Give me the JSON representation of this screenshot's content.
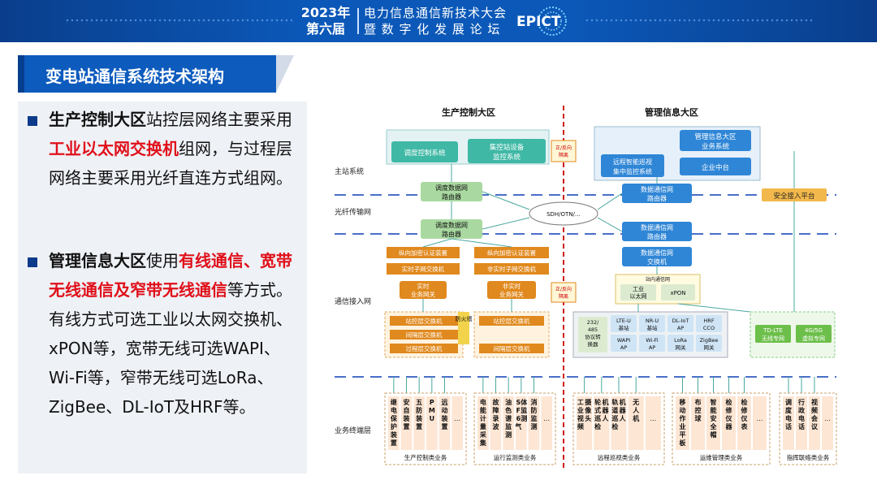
{
  "header": {
    "year": "2023年",
    "edition": "第六届",
    "conf_line1": "电力信息通信新技术大会",
    "conf_line2": "暨 数 字 化 发 展 论 坛",
    "logo": "EPICT"
  },
  "slide_title": "变电站通信系统技术架构",
  "paragraphs": [
    {
      "segments": [
        {
          "t": "生产控制大区",
          "s": "b"
        },
        {
          "t": "站控层网络主要采用",
          "s": "n"
        },
        {
          "t": "工业以太网交换机",
          "s": "r"
        },
        {
          "t": "组网，与过程层网络主要采用光纤直连方式组网。",
          "s": "n"
        }
      ]
    },
    {
      "segments": [
        {
          "t": "管理信息大区",
          "s": "b"
        },
        {
          "t": "使用",
          "s": "n"
        },
        {
          "t": "有线通信、宽带无线通信及窄带无线通信",
          "s": "r"
        },
        {
          "t": "等方式。有线方式可选工业以太网交换机、xPON等，宽带无线可选WAPI、Wi-Fi等，窄带无线可选LoRa、ZigBee、DL-IoT及HRF等。",
          "s": "n"
        }
      ]
    }
  ],
  "diagram": {
    "zone_left": "生产控制大区",
    "zone_right": "管理信息大区",
    "layers": [
      "主站系统",
      "光纤传输网",
      "通信接入网",
      "业务终端层"
    ],
    "dispatch": "调度控制系统",
    "centralized": [
      "集控站设备",
      "监控系统"
    ],
    "isolator": [
      "正/反向",
      "隔离"
    ],
    "mis": [
      "管理信息大区",
      "业务系统"
    ],
    "remote_patrol": [
      "远程智能巡视",
      "集中监控系统"
    ],
    "enterprise": "企业中台",
    "secure_access": "安全接入平台",
    "dispatch_router_1": [
      "调度数据网",
      "路由器"
    ],
    "dispatch_router_2": [
      "调度数据网",
      "路由器"
    ],
    "sdh": "SDH/OTN/…",
    "data_router_1": [
      "数据通信网",
      "路由器"
    ],
    "data_router_2": [
      "数据通信网",
      "路由器"
    ],
    "data_switch": [
      "数据通信网",
      "交换机"
    ],
    "left_col": [
      "纵向加密认证装置",
      "实时子网交换机"
    ],
    "left_gw": [
      "实时",
      "业务网关"
    ],
    "mid_col": [
      "纵向加密认证装置",
      "非实时子网交换机"
    ],
    "mid_gw": [
      "非实时",
      "业务网关"
    ],
    "isolator2": [
      "正/反向",
      "隔离"
    ],
    "station_net": "站内通信网",
    "eth": [
      "工业",
      "以太网"
    ],
    "xpon": "xPON",
    "left_sw": [
      "站控层交换机",
      "间隔层交换机",
      "过程层交换机"
    ],
    "firewall": "防火墙",
    "mid_sw": [
      "站控层交换机",
      "间隔层交换机"
    ],
    "proto": [
      "232/",
      "485",
      "协议转",
      "换器"
    ],
    "wireless": [
      [
        "LTE-U",
        "基站"
      ],
      [
        "NR-U",
        "基站"
      ],
      [
        "DL-IoT",
        "AP"
      ],
      [
        "HRF",
        "CCO"
      ],
      [
        "WAPI",
        "AP"
      ],
      [
        "Wi-Fi",
        "AP"
      ],
      [
        "LoRa",
        "网关"
      ],
      [
        "ZigBee",
        "网关"
      ]
    ],
    "td_lte": [
      "TD-LTE",
      "无线专网"
    ],
    "g45": [
      "4G/5G",
      "虚拟专网"
    ],
    "term_groups": [
      {
        "label": "生产控制类业务",
        "items": [
          "继电保护装置",
          "安自装置",
          "五防装置",
          "PMU",
          "远动装置",
          "…"
        ]
      },
      {
        "label": "运行监测类业务",
        "items": [
          "电能计量采集",
          "故障录波",
          "油色谱监测",
          "SF6气体监测",
          "消防监测",
          "…"
        ]
      },
      {
        "label": "远程巡视类业务",
        "items": [
          "工业视频摄像头",
          "轮式巡检机器人",
          "轨道巡检机器人",
          "无人机",
          "…"
        ]
      },
      {
        "label": "运维管理类业务",
        "items": [
          "移动作业平板",
          "布控球",
          "智能安全帽",
          "检修仪器",
          "检修仪表",
          "…"
        ]
      },
      {
        "label": "指挥联络类业务",
        "items": [
          "调度电话",
          "行政电话",
          "视频会议",
          "…"
        ]
      }
    ]
  },
  "colors": {
    "header_blue": "#0b58b8",
    "title_blue": "#0d5bbd",
    "accent_red": "#e0101a",
    "teal_box": "#3fb8a6",
    "blue_box": "#2f86d6",
    "orange_box": "#e0891e",
    "green_box": "#6cbf4a"
  }
}
